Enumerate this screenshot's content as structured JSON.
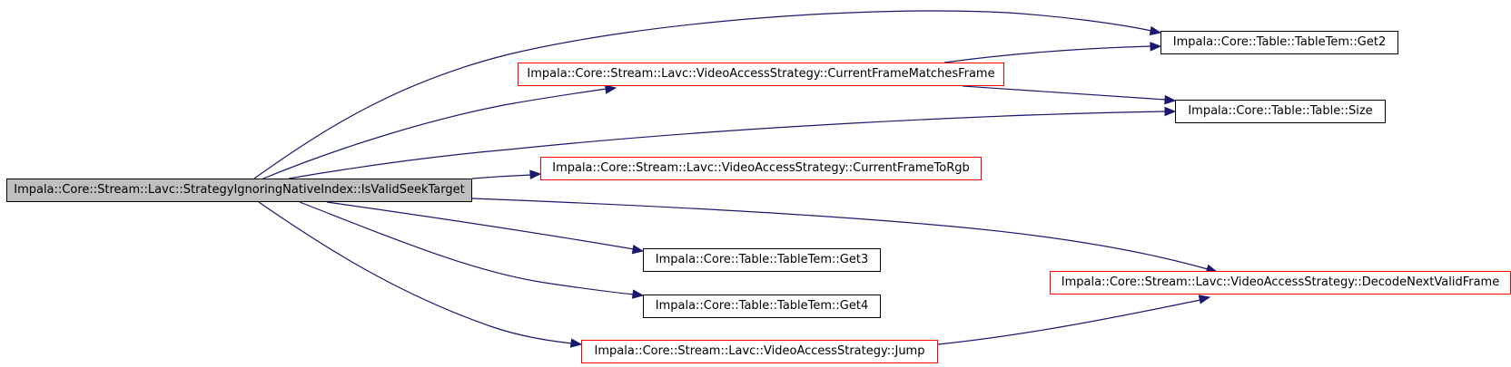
{
  "graph": {
    "nodes": [
      {
        "id": "root",
        "label": "Impala::Core::Stream::Lavc::StrategyIgnoringNativeIndex::IsValidSeekTarget",
        "style": "root"
      },
      {
        "id": "cfmf",
        "label": "Impala::Core::Stream::Lavc::VideoAccessStrategy::CurrentFrameMatchesFrame",
        "style": "red"
      },
      {
        "id": "get2",
        "label": "Impala::Core::Table::TableTem::Get2",
        "style": "black"
      },
      {
        "id": "size",
        "label": "Impala::Core::Table::Table::Size",
        "style": "black"
      },
      {
        "id": "cftr",
        "label": "Impala::Core::Stream::Lavc::VideoAccessStrategy::CurrentFrameToRgb",
        "style": "red"
      },
      {
        "id": "get3",
        "label": "Impala::Core::Table::TableTem::Get3",
        "style": "black"
      },
      {
        "id": "get4",
        "label": "Impala::Core::Table::TableTem::Get4",
        "style": "black"
      },
      {
        "id": "dnvf",
        "label": "Impala::Core::Stream::Lavc::VideoAccessStrategy::DecodeNextValidFrame",
        "style": "red"
      },
      {
        "id": "jump",
        "label": "Impala::Core::Stream::Lavc::VideoAccessStrategy::Jump",
        "style": "red"
      }
    ],
    "edges": [
      {
        "from": "root",
        "to": "get2"
      },
      {
        "from": "root",
        "to": "cfmf"
      },
      {
        "from": "root",
        "to": "size"
      },
      {
        "from": "root",
        "to": "cftr"
      },
      {
        "from": "root",
        "to": "dnvf"
      },
      {
        "from": "root",
        "to": "get3"
      },
      {
        "from": "root",
        "to": "get4"
      },
      {
        "from": "root",
        "to": "jump"
      },
      {
        "from": "cfmf",
        "to": "get2"
      },
      {
        "from": "cfmf",
        "to": "size"
      },
      {
        "from": "jump",
        "to": "dnvf"
      }
    ],
    "colors": {
      "edge": "#191970",
      "red_border": "#ff0000",
      "black_border": "#000000",
      "root_fill": "#bfbfbf"
    }
  }
}
